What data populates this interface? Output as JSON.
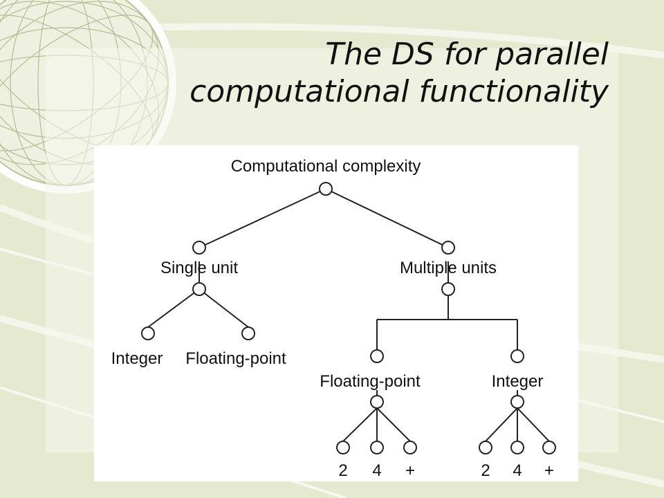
{
  "slide": {
    "title_line1": "The DS for parallel",
    "title_line2": "computational functionality"
  },
  "diagram": {
    "root": "Computational complexity",
    "single_unit": "Single unit",
    "multiple_units": "Multiple units",
    "single_integer": "Integer",
    "single_floating_point": "Floating-point",
    "multi_floating_point": "Floating-point",
    "multi_integer": "Integer",
    "fp_leaves": [
      "2",
      "4",
      "+"
    ],
    "int_leaves": [
      "2",
      "4",
      "+"
    ]
  },
  "colors": {
    "background": "#e4e9cf",
    "panel": "#ffffff",
    "lines": "#222222",
    "text": "#111111"
  }
}
